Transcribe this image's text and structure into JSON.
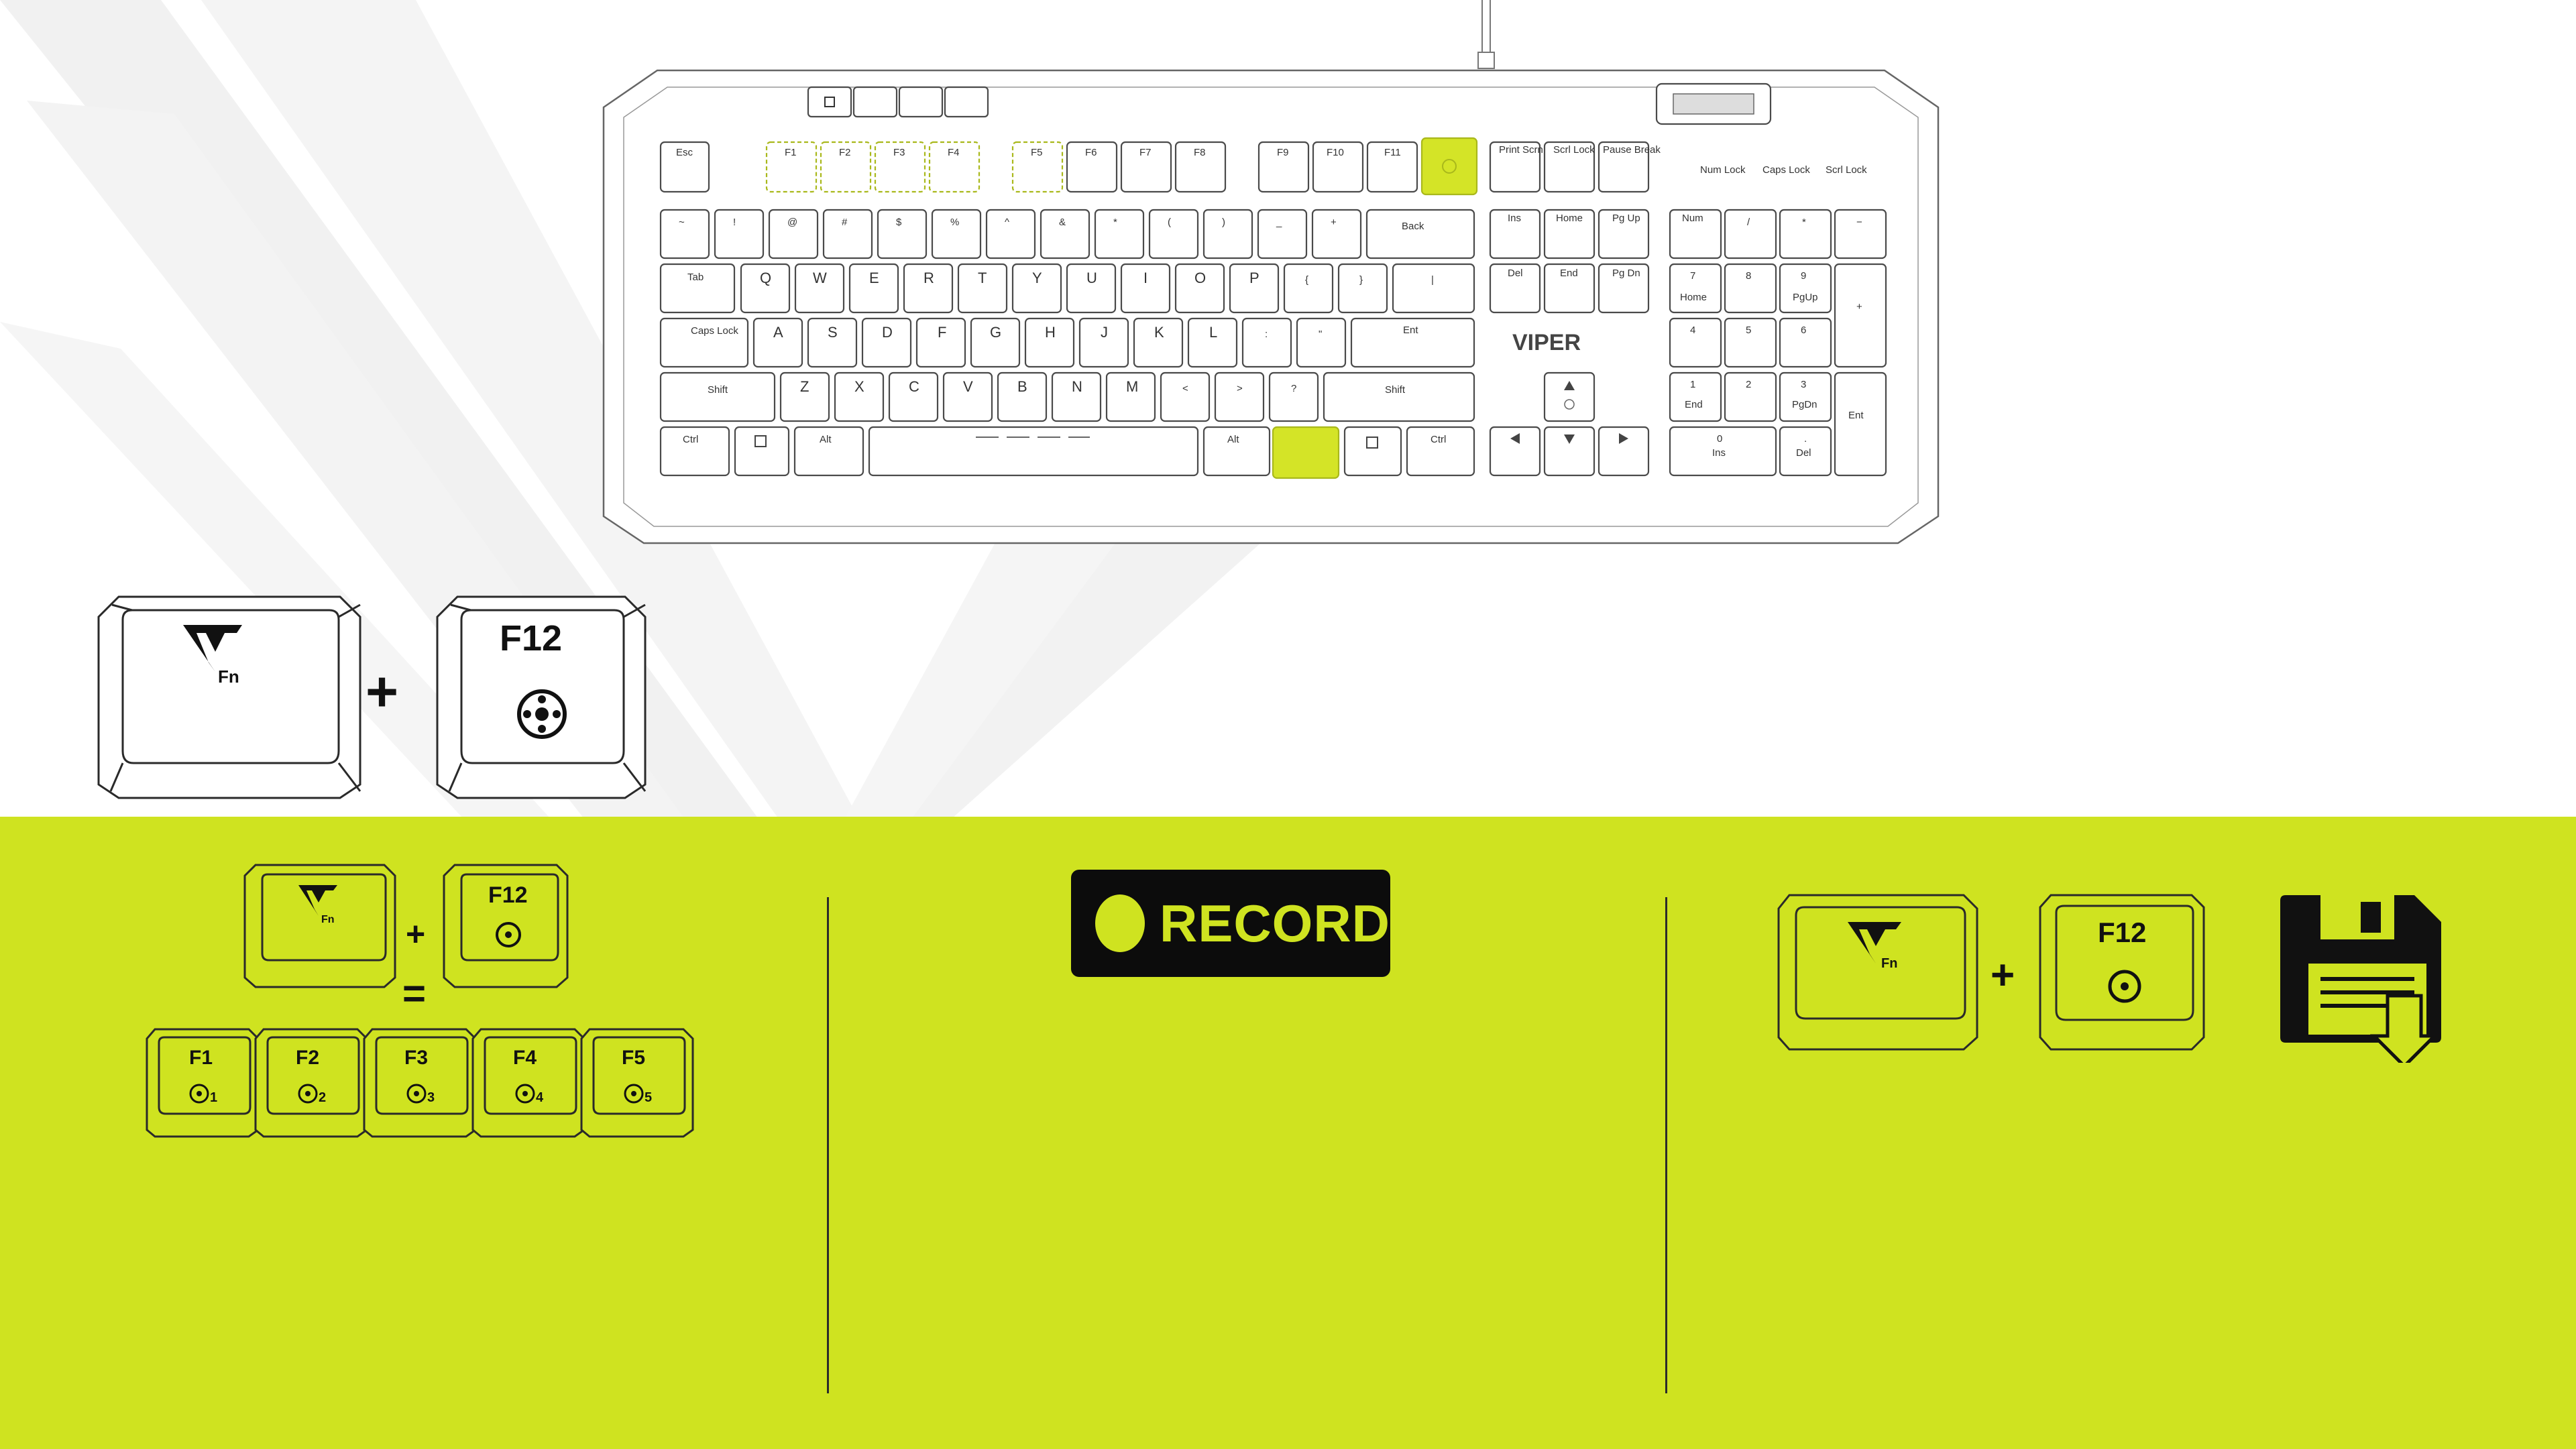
{
  "colors": {
    "accent": "#cfe320",
    "ink": "#111111",
    "panel": "#cfe320"
  },
  "keyboard": {
    "brand": "VIPER",
    "esc": "Esc",
    "f_keys": [
      "F1",
      "F2",
      "F3",
      "F4",
      "F5",
      "F6",
      "F7",
      "F8",
      "F9",
      "F10",
      "F11"
    ],
    "nav_top": [
      "Print Scrn",
      "Scrl Lock",
      "Pause Break"
    ],
    "indicators": [
      "Num Lock",
      "Caps Lock",
      "Scrl Lock"
    ],
    "row_num": [
      "~",
      "!",
      "@",
      "#",
      "$",
      "%",
      "^",
      "&",
      "*",
      "(",
      ")",
      "_",
      "+"
    ],
    "backspace": "Back",
    "tab": "Tab",
    "row_q": [
      "Q",
      "W",
      "E",
      "R",
      "T",
      "Y",
      "U",
      "I",
      "O",
      "P",
      "{",
      "}",
      "|"
    ],
    "caps": "Caps Lock",
    "row_a": [
      "A",
      "S",
      "D",
      "F",
      "G",
      "H",
      "J",
      "K",
      "L",
      ":",
      "\""
    ],
    "enter": "Ent",
    "shift": "Shift",
    "row_z": [
      "Z",
      "X",
      "C",
      "V",
      "B",
      "N",
      "M",
      "<",
      ">",
      "?"
    ],
    "ctrl": "Ctrl",
    "alt": "Alt",
    "ins": "Ins",
    "home": "Home",
    "pgup": "Pg Up",
    "del": "Del",
    "end": "End",
    "pgdn": "Pg Dn",
    "numpad": {
      "num": "Num",
      "slash": "/",
      "star": "*",
      "minus": "−",
      "n7": "7",
      "n8": "8",
      "n9": "9",
      "plus": "+",
      "n4": "4",
      "n5": "5",
      "n6": "6",
      "n1": "1",
      "n2": "2",
      "n3": "3",
      "ent": "Ent",
      "n0": "0",
      "dot": ".",
      "sub_home": "Home",
      "sub_pgup": "PgUp",
      "sub_end": "End",
      "sub_pgdn": "PgDn",
      "sub_ins": "Ins",
      "sub_del": "Del"
    }
  },
  "combo_top": {
    "fn_label": "Fn",
    "plus": "+",
    "key_label": "F12"
  },
  "step1": {
    "fn_label": "Fn",
    "plus": "+",
    "key_label": "F12",
    "equals": "=",
    "result_keys": [
      {
        "label": "F1",
        "num": "1"
      },
      {
        "label": "F2",
        "num": "2"
      },
      {
        "label": "F3",
        "num": "3"
      },
      {
        "label": "F4",
        "num": "4"
      },
      {
        "label": "F5",
        "num": "5"
      }
    ]
  },
  "step2": {
    "record_label": "RECORD"
  },
  "step3": {
    "fn_label": "Fn",
    "plus": "+",
    "key_label": "F12",
    "icon": "save-disk-icon"
  }
}
